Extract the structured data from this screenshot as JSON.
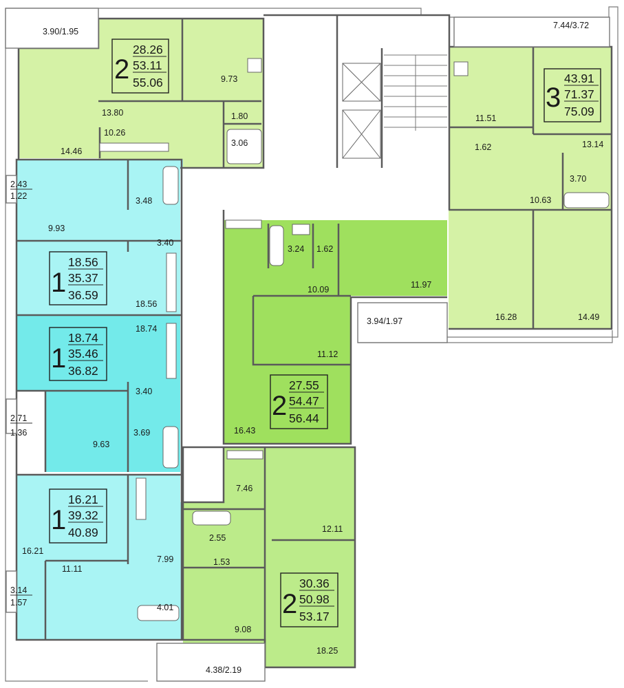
{
  "colors": {
    "green_light": "#d5f2a6",
    "green_mid": "#bceb8a",
    "green_bright": "#9fe05e",
    "cyan": "#a9f4f4",
    "cyan_dark": "#73eaea",
    "circulation": "#ffffff",
    "wall": "#5a5a5a"
  },
  "apartments": [
    {
      "rooms": "2",
      "living": "28.26",
      "total": "53.11",
      "total_with_balcony": "55.06"
    },
    {
      "rooms": "3",
      "living": "43.91",
      "total": "71.37",
      "total_with_balcony": "75.09"
    },
    {
      "rooms": "1",
      "living": "18.56",
      "total": "35.37",
      "total_with_balcony": "36.59"
    },
    {
      "rooms": "1",
      "living": "18.74",
      "total": "35.46",
      "total_with_balcony": "36.82"
    },
    {
      "rooms": "2",
      "living": "27.55",
      "total": "54.47",
      "total_with_balcony": "56.44"
    },
    {
      "rooms": "1",
      "living": "16.21",
      "total": "39.32",
      "total_with_balcony": "40.89"
    },
    {
      "rooms": "2",
      "living": "30.36",
      "total": "50.98",
      "total_with_balcony": "53.17"
    }
  ],
  "room_areas": [
    "13.80",
    "14.46",
    "10.26",
    "9.73",
    "1.80",
    "3.06",
    "11.51",
    "13.14",
    "1.62",
    "3.70",
    "10.63",
    "16.28",
    "14.49",
    "3.48",
    "9.93",
    "3.40",
    "18.56",
    "18.74",
    "3.40",
    "9.63",
    "3.69",
    "3.24",
    "1.62",
    "10.09",
    "11.97",
    "11.12",
    "16.43",
    "16.21",
    "7.99",
    "11.11",
    "4.01",
    "7.46",
    "2.55",
    "1.53",
    "12.11",
    "9.08",
    "18.25"
  ],
  "balconies": [
    {
      "line1": "3.90/1.95"
    },
    {
      "line1": "7.44/3.72"
    },
    {
      "line1": "2.43",
      "line2": "1.22"
    },
    {
      "line1": "3.94/1.97"
    },
    {
      "line1": "2.71",
      "line2": "1.36"
    },
    {
      "line1": "3.14",
      "line2": "1.57"
    },
    {
      "line1": "4.38/2.19"
    }
  ]
}
